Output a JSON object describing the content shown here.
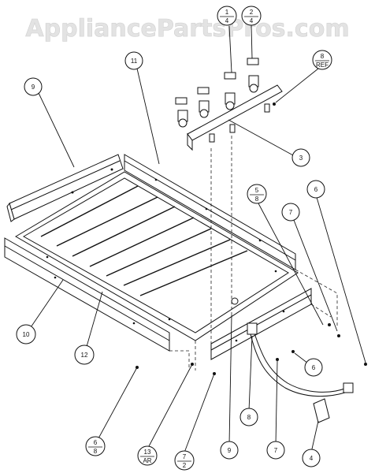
{
  "watermark": "AppliancePartsPros.com",
  "callouts": [
    {
      "id": "c-9-left",
      "num": "9"
    },
    {
      "id": "c-11",
      "num": "11"
    },
    {
      "id": "c-top-1",
      "num": "1",
      "den": "4"
    },
    {
      "id": "c-top-2",
      "num": "2",
      "den": "4"
    },
    {
      "id": "c-ref",
      "num": "8",
      "den": "REF"
    },
    {
      "id": "c-3",
      "num": "3"
    },
    {
      "id": "c-5",
      "num": "5",
      "den": "8"
    },
    {
      "id": "c-7-upper",
      "num": "7"
    },
    {
      "id": "c-6-upper",
      "num": "6"
    },
    {
      "id": "c-10",
      "num": "10"
    },
    {
      "id": "c-12",
      "num": "12"
    },
    {
      "id": "c-6-lower",
      "num": "6"
    },
    {
      "id": "c-8",
      "num": "8"
    },
    {
      "id": "c-7-lower",
      "num": "7"
    },
    {
      "id": "c-9-bottom",
      "num": "9"
    },
    {
      "id": "c-4",
      "num": "4"
    },
    {
      "id": "c-bl-1",
      "num": "6",
      "den": "8"
    },
    {
      "id": "c-bl-2",
      "num": "13",
      "den": "AR"
    },
    {
      "id": "c-bl-3",
      "num": "7",
      "den": "2"
    }
  ]
}
